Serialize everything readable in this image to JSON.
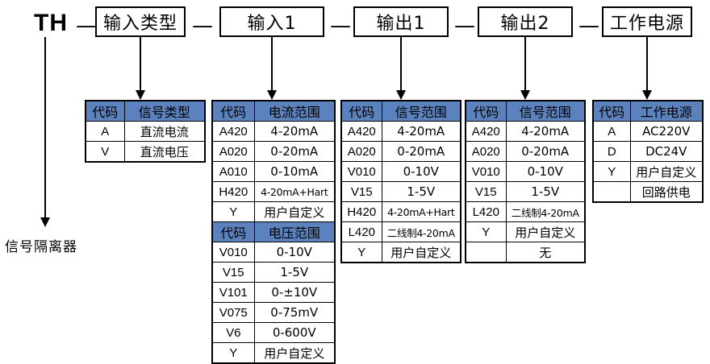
{
  "model": {
    "prefix": "TH",
    "separator": "—",
    "segments": [
      {
        "label": "输入类型"
      },
      {
        "label": "输入1"
      },
      {
        "label": "输出1"
      },
      {
        "label": "输出2"
      },
      {
        "label": "工作电源"
      }
    ]
  },
  "caption": "信号隔离器",
  "tables": [
    {
      "name": "input-type",
      "header": {
        "code": "代码",
        "value": "信号类型"
      },
      "rows": [
        {
          "code": "A",
          "value": "直流电流"
        },
        {
          "code": "V",
          "value": "直流电压"
        }
      ]
    },
    {
      "name": "input-1",
      "header": {
        "code": "代码",
        "value": "电流范围"
      },
      "rows": [
        {
          "code": "A420",
          "value": "4-20mA"
        },
        {
          "code": "A020",
          "value": "0-20mA"
        },
        {
          "code": "A010",
          "value": "0-10mA"
        },
        {
          "code": "H420",
          "value": "4-20mA+Hart",
          "small": true
        },
        {
          "code": "Y",
          "value": "用户自定义"
        }
      ],
      "header2": {
        "code": "代码",
        "value": "电压范围"
      },
      "rows2": [
        {
          "code": "V010",
          "value": "0-10V"
        },
        {
          "code": "V15",
          "value": "1-5V"
        },
        {
          "code": "V101",
          "value": "0-±10V"
        },
        {
          "code": "V075",
          "value": "0-75mV"
        },
        {
          "code": "V6",
          "value": "0-600V"
        },
        {
          "code": "Y",
          "value": "用户自定义"
        }
      ]
    },
    {
      "name": "output-1",
      "header": {
        "code": "代码",
        "value": "信号范围"
      },
      "rows": [
        {
          "code": "A420",
          "value": "4-20mA"
        },
        {
          "code": "A020",
          "value": "0-20mA"
        },
        {
          "code": "V010",
          "value": "0-10V"
        },
        {
          "code": "V15",
          "value": "1-5V"
        },
        {
          "code": "H420",
          "value": "4-20mA+Hart",
          "small": true
        },
        {
          "code": "L420",
          "value": "二线制4-20mA",
          "small": true
        },
        {
          "code": "Y",
          "value": "用户自定义"
        }
      ]
    },
    {
      "name": "output-2",
      "header": {
        "code": "代码",
        "value": "信号范围"
      },
      "rows": [
        {
          "code": "A420",
          "value": "4-20mA"
        },
        {
          "code": "A020",
          "value": "0-20mA"
        },
        {
          "code": "V010",
          "value": "0-10V"
        },
        {
          "code": "V15",
          "value": "1-5V"
        },
        {
          "code": "L420",
          "value": "二线制4-20mA",
          "small": true
        },
        {
          "code": "Y",
          "value": "用户自定义"
        },
        {
          "code": "",
          "value": "无"
        }
      ]
    },
    {
      "name": "power-supply",
      "header": {
        "code": "代码",
        "value": "工作电源"
      },
      "rows": [
        {
          "code": "A",
          "value": "AC220V"
        },
        {
          "code": "D",
          "value": "DC24V"
        },
        {
          "code": "Y",
          "value": "用户自定义"
        },
        {
          "code": "",
          "value": "回路供电"
        }
      ]
    }
  ],
  "colors": {
    "header_blue": "#5b82bd",
    "line": "#000000",
    "background": "#ffffff"
  }
}
